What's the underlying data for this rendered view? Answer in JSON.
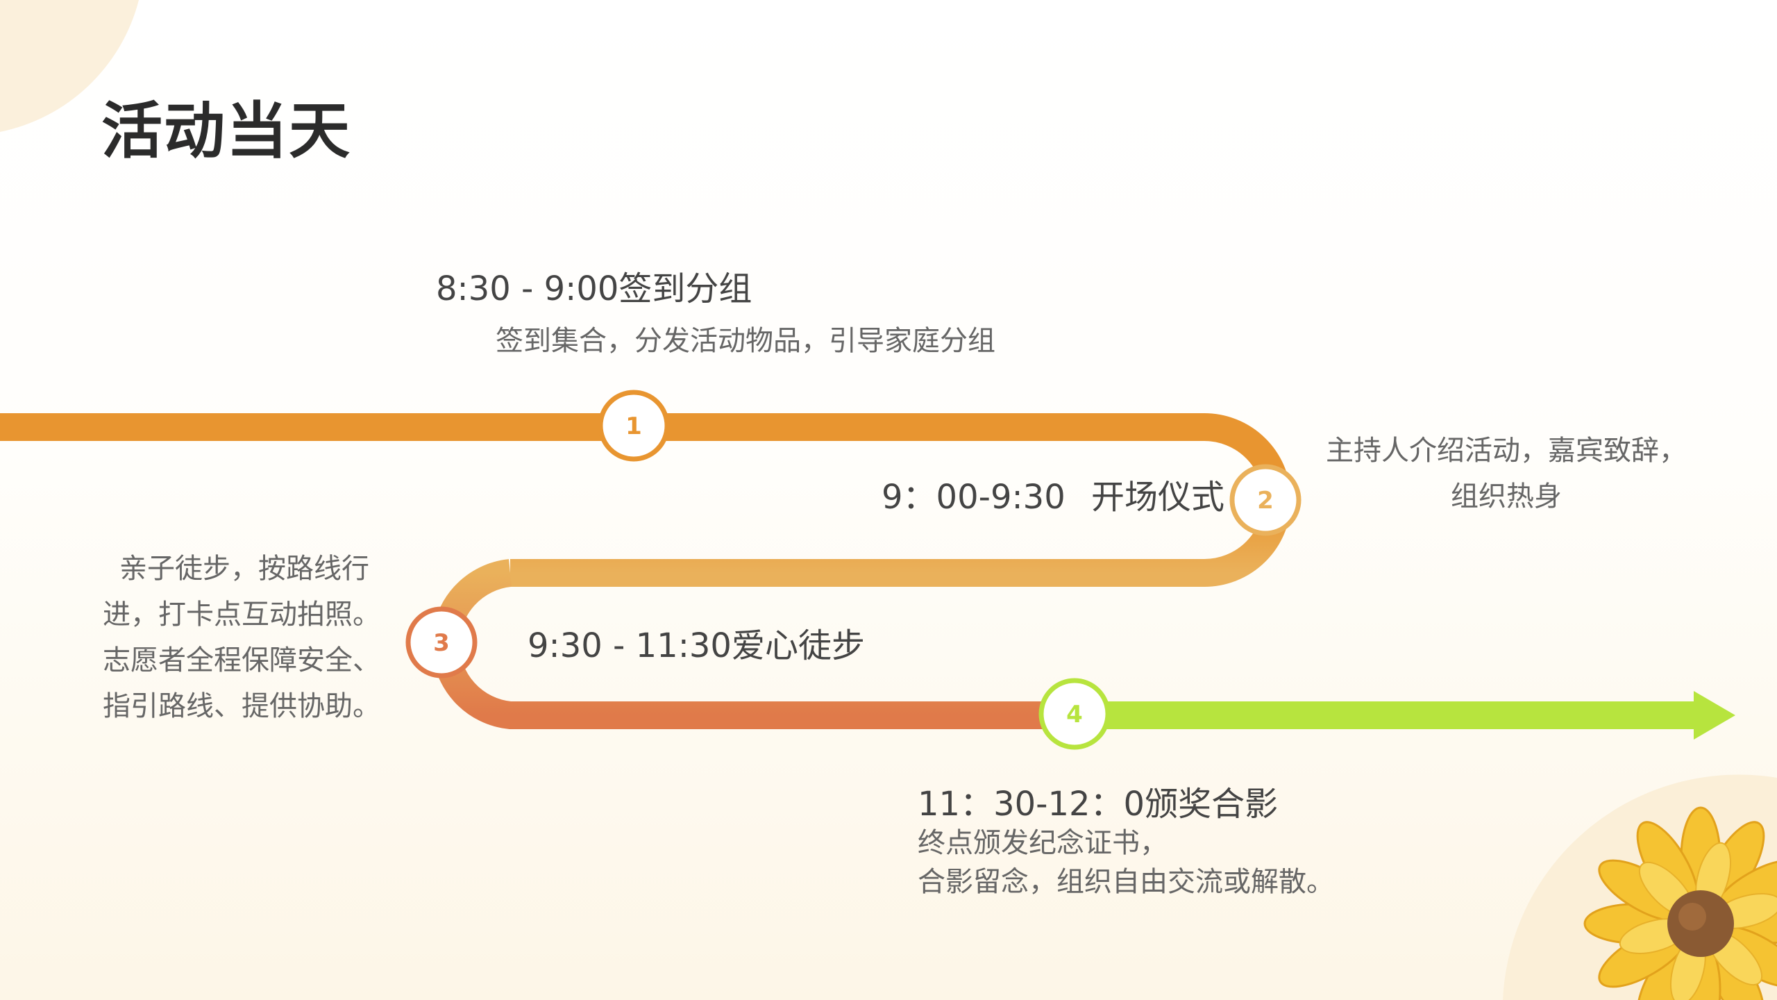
{
  "page": {
    "title": "活动当天"
  },
  "timeline": {
    "steps": [
      {
        "number": "1",
        "time": "8:30 - 9:00签到分组",
        "description": "签到集合，分发活动物品，引导家庭分组",
        "color": "#e89530"
      },
      {
        "number": "2",
        "time": "9：00-9:30",
        "name": "开场仪式",
        "description_lines": [
          "主持人介绍活动，嘉宾致辞，",
          "组织热身"
        ],
        "color": "#eab15b"
      },
      {
        "number": "3",
        "time": "9:30 - 11:30爱心徒步",
        "description_lines": [
          "亲子徒步，按路线行",
          "进，打卡点互动拍照。",
          "志愿者全程保障安全、",
          "指引路线、提供协助。"
        ],
        "color": "#e07a4a"
      },
      {
        "number": "4",
        "time": "11：30-12：0颁奖合影",
        "description_lines": [
          "终点颁发纪念证书，",
          "合影留念，组织自由交流或解散。"
        ],
        "color": "#b7e43e"
      }
    ]
  },
  "decorations": {
    "corner_icon": "sunflower-icon",
    "accent": "#e89530"
  }
}
